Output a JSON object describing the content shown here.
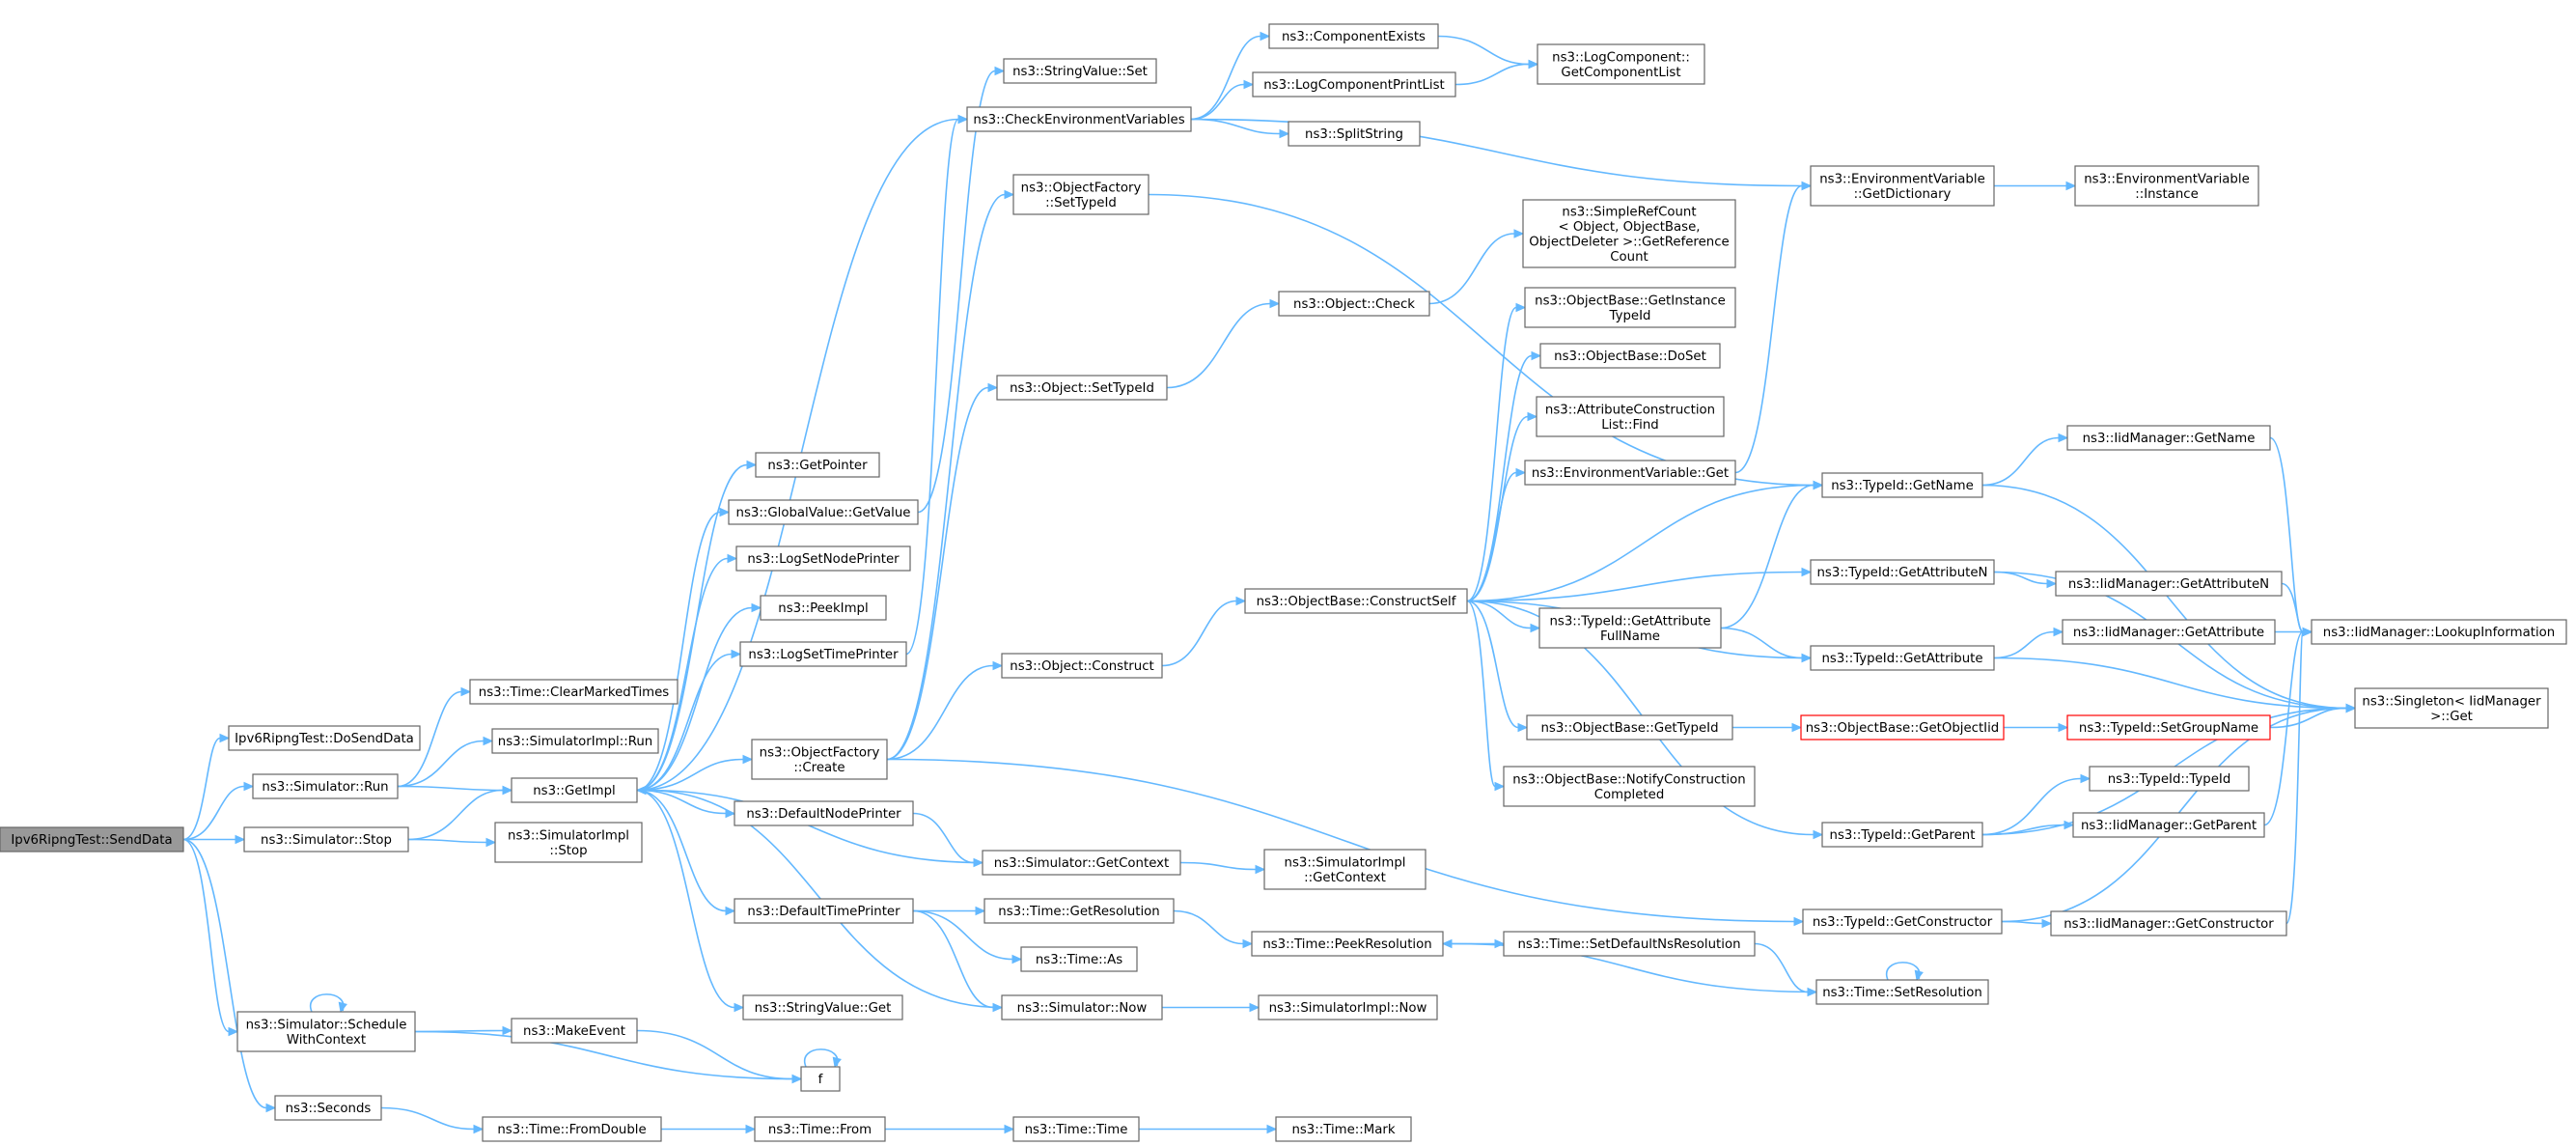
{
  "diagram": {
    "colors": {
      "edge": "#63b8ff",
      "node_border": "#666666",
      "root_fill": "#999999",
      "highlight_border": "#ff0000"
    },
    "nodes": [
      {
        "id": "root",
        "lines": [
          "Ipv6RipngTest::SendData"
        ],
        "style": "root"
      },
      {
        "id": "dosend",
        "lines": [
          "Ipv6RipngTest::DoSendData"
        ]
      },
      {
        "id": "simrun",
        "lines": [
          "ns3::Simulator::Run"
        ]
      },
      {
        "id": "simstop",
        "lines": [
          "ns3::Simulator::Stop"
        ]
      },
      {
        "id": "schedctx",
        "lines": [
          "ns3::Simulator::Schedule",
          "WithContext"
        ]
      },
      {
        "id": "seconds",
        "lines": [
          "ns3::Seconds"
        ]
      },
      {
        "id": "clearmarked",
        "lines": [
          "ns3::Time::ClearMarkedTimes"
        ]
      },
      {
        "id": "simimplrun",
        "lines": [
          "ns3::SimulatorImpl::Run"
        ]
      },
      {
        "id": "getimpl",
        "lines": [
          "ns3::GetImpl"
        ]
      },
      {
        "id": "simimplstop",
        "lines": [
          "ns3::SimulatorImpl",
          "::Stop"
        ]
      },
      {
        "id": "makeevent",
        "lines": [
          "ns3::MakeEvent"
        ]
      },
      {
        "id": "f",
        "lines": [
          "f"
        ]
      },
      {
        "id": "fromdouble",
        "lines": [
          "ns3::Time::FromDouble"
        ]
      },
      {
        "id": "timefrom",
        "lines": [
          "ns3::Time::From"
        ]
      },
      {
        "id": "timetime",
        "lines": [
          "ns3::Time::Time"
        ]
      },
      {
        "id": "timemark",
        "lines": [
          "ns3::Time::Mark"
        ]
      },
      {
        "id": "getpointer",
        "lines": [
          "ns3::GetPointer"
        ]
      },
      {
        "id": "gvgetvalue",
        "lines": [
          "ns3::GlobalValue::GetValue"
        ]
      },
      {
        "id": "logsetnode",
        "lines": [
          "ns3::LogSetNodePrinter"
        ]
      },
      {
        "id": "peekimpl",
        "lines": [
          "ns3::PeekImpl"
        ]
      },
      {
        "id": "logsettime",
        "lines": [
          "ns3::LogSetTimePrinter"
        ]
      },
      {
        "id": "ofcreate",
        "lines": [
          "ns3::ObjectFactory",
          "::Create"
        ]
      },
      {
        "id": "defnodeprinter",
        "lines": [
          "ns3::DefaultNodePrinter"
        ]
      },
      {
        "id": "deftimeprinter",
        "lines": [
          "ns3::DefaultTimePrinter"
        ]
      },
      {
        "id": "svget",
        "lines": [
          "ns3::StringValue::Get"
        ]
      },
      {
        "id": "svset",
        "lines": [
          "ns3::StringValue::Set"
        ]
      },
      {
        "id": "checkenv",
        "lines": [
          "ns3::CheckEnvironmentVariables"
        ]
      },
      {
        "id": "ofsettypeid",
        "lines": [
          "ns3::ObjectFactory",
          "::SetTypeId"
        ]
      },
      {
        "id": "objsettypeid",
        "lines": [
          "ns3::Object::SetTypeId"
        ]
      },
      {
        "id": "objconstruct",
        "lines": [
          "ns3::Object::Construct"
        ]
      },
      {
        "id": "simgetctx",
        "lines": [
          "ns3::Simulator::GetContext"
        ]
      },
      {
        "id": "timegetres",
        "lines": [
          "ns3::Time::GetResolution"
        ]
      },
      {
        "id": "timeas",
        "lines": [
          "ns3::Time::As"
        ]
      },
      {
        "id": "simnow",
        "lines": [
          "ns3::Simulator::Now"
        ]
      },
      {
        "id": "compexists",
        "lines": [
          "ns3::ComponentExists"
        ]
      },
      {
        "id": "logcompprint",
        "lines": [
          "ns3::LogComponentPrintList"
        ]
      },
      {
        "id": "splitstring",
        "lines": [
          "ns3::SplitString"
        ]
      },
      {
        "id": "objcheck",
        "lines": [
          "ns3::Object::Check"
        ]
      },
      {
        "id": "constructself",
        "lines": [
          "ns3::ObjectBase::ConstructSelf"
        ]
      },
      {
        "id": "simimplgetctx",
        "lines": [
          "ns3::SimulatorImpl",
          "::GetContext"
        ]
      },
      {
        "id": "peekres",
        "lines": [
          "ns3::Time::PeekResolution"
        ]
      },
      {
        "id": "simimplnow",
        "lines": [
          "ns3::SimulatorImpl::Now"
        ]
      },
      {
        "id": "logcompget",
        "lines": [
          "ns3::LogComponent::",
          "GetComponentList"
        ]
      },
      {
        "id": "simplerefcount",
        "lines": [
          "ns3::SimpleRefCount",
          "< Object, ObjectBase,",
          "ObjectDeleter >::GetReference",
          "Count"
        ]
      },
      {
        "id": "obgetinst",
        "lines": [
          "ns3::ObjectBase::GetInstance",
          "TypeId"
        ]
      },
      {
        "id": "obdoset",
        "lines": [
          "ns3::ObjectBase::DoSet"
        ]
      },
      {
        "id": "acfind",
        "lines": [
          "ns3::AttributeConstruction",
          "List::Find"
        ]
      },
      {
        "id": "envget",
        "lines": [
          "ns3::EnvironmentVariable::Get"
        ]
      },
      {
        "id": "tidgetattrfull",
        "lines": [
          "ns3::TypeId::GetAttribute",
          "FullName"
        ]
      },
      {
        "id": "obgettypeid",
        "lines": [
          "ns3::ObjectBase::GetTypeId"
        ]
      },
      {
        "id": "obnotify",
        "lines": [
          "ns3::ObjectBase::NotifyConstruction",
          "Completed"
        ]
      },
      {
        "id": "setdefaultns",
        "lines": [
          "ns3::Time::SetDefaultNsResolution"
        ]
      },
      {
        "id": "envgetdict",
        "lines": [
          "ns3::EnvironmentVariable",
          "::GetDictionary"
        ]
      },
      {
        "id": "tidgetname",
        "lines": [
          "ns3::TypeId::GetName"
        ]
      },
      {
        "id": "tidgetattrn",
        "lines": [
          "ns3::TypeId::GetAttributeN"
        ]
      },
      {
        "id": "tidgetattr",
        "lines": [
          "ns3::TypeId::GetAttribute"
        ]
      },
      {
        "id": "obgetobjtid",
        "lines": [
          "ns3::ObjectBase::GetObjectIid"
        ],
        "style": "red"
      },
      {
        "id": "tidgetparent",
        "lines": [
          "ns3::TypeId::GetParent"
        ]
      },
      {
        "id": "tidgetctor",
        "lines": [
          "ns3::TypeId::GetConstructor"
        ]
      },
      {
        "id": "timesetres",
        "lines": [
          "ns3::Time::SetResolution"
        ]
      },
      {
        "id": "envinstance",
        "lines": [
          "ns3::EnvironmentVariable",
          "::Instance"
        ]
      },
      {
        "id": "iidgetname",
        "lines": [
          "ns3::IidManager::GetName"
        ]
      },
      {
        "id": "iidgetattrn",
        "lines": [
          "ns3::IidManager::GetAttributeN"
        ]
      },
      {
        "id": "iidgetattr",
        "lines": [
          "ns3::IidManager::GetAttribute"
        ]
      },
      {
        "id": "tidsetgroup",
        "lines": [
          "ns3::TypeId::SetGroupName"
        ],
        "style": "red"
      },
      {
        "id": "tidtypeid",
        "lines": [
          "ns3::TypeId::TypeId"
        ]
      },
      {
        "id": "iidgetparent",
        "lines": [
          "ns3::IidManager::GetParent"
        ]
      },
      {
        "id": "iidgetctor",
        "lines": [
          "ns3::IidManager::GetConstructor"
        ]
      },
      {
        "id": "iidlookup",
        "lines": [
          "ns3::IidManager::LookupInformation"
        ]
      },
      {
        "id": "singleton",
        "lines": [
          "ns3::Singleton< IidManager",
          ">::Get"
        ]
      }
    ],
    "edges": [
      [
        "root",
        "dosend"
      ],
      [
        "root",
        "simrun"
      ],
      [
        "root",
        "simstop"
      ],
      [
        "root",
        "schedctx"
      ],
      [
        "root",
        "seconds"
      ],
      [
        "simrun",
        "clearmarked"
      ],
      [
        "simrun",
        "simimplrun"
      ],
      [
        "simrun",
        "getimpl"
      ],
      [
        "simstop",
        "getimpl"
      ],
      [
        "simstop",
        "simimplstop"
      ],
      [
        "schedctx",
        "schedctx"
      ],
      [
        "schedctx",
        "makeevent"
      ],
      [
        "schedctx",
        "f"
      ],
      [
        "makeevent",
        "f"
      ],
      [
        "f",
        "f"
      ],
      [
        "seconds",
        "fromdouble"
      ],
      [
        "fromdouble",
        "timefrom"
      ],
      [
        "timefrom",
        "timetime"
      ],
      [
        "timetime",
        "timemark"
      ],
      [
        "getimpl",
        "getpointer"
      ],
      [
        "getimpl",
        "gvgetvalue"
      ],
      [
        "getimpl",
        "logsetnode"
      ],
      [
        "getimpl",
        "peekimpl"
      ],
      [
        "getimpl",
        "logsettime"
      ],
      [
        "getimpl",
        "ofcreate"
      ],
      [
        "getimpl",
        "defnodeprinter"
      ],
      [
        "getimpl",
        "deftimeprinter"
      ],
      [
        "getimpl",
        "svget"
      ],
      [
        "getimpl",
        "checkenv"
      ],
      [
        "gvgetvalue",
        "svset"
      ],
      [
        "logsettime",
        "checkenv"
      ],
      [
        "ofcreate",
        "ofsettypeid"
      ],
      [
        "ofcreate",
        "objsettypeid"
      ],
      [
        "ofcreate",
        "objconstruct"
      ],
      [
        "ofcreate",
        "tidgetctor"
      ],
      [
        "defnodeprinter",
        "simgetctx"
      ],
      [
        "simgetctx",
        "getimpl"
      ],
      [
        "simgetctx",
        "simimplgetctx"
      ],
      [
        "deftimeprinter",
        "timegetres"
      ],
      [
        "deftimeprinter",
        "timeas"
      ],
      [
        "deftimeprinter",
        "simnow"
      ],
      [
        "simnow",
        "getimpl"
      ],
      [
        "simnow",
        "simimplnow"
      ],
      [
        "checkenv",
        "compexists"
      ],
      [
        "checkenv",
        "logcompprint"
      ],
      [
        "checkenv",
        "splitstring"
      ],
      [
        "checkenv",
        "envgetdict"
      ],
      [
        "compexists",
        "logcompget"
      ],
      [
        "logcompprint",
        "logcompget"
      ],
      [
        "ofsettypeid",
        "tidgetname"
      ],
      [
        "objsettypeid",
        "objcheck"
      ],
      [
        "objcheck",
        "simplerefcount"
      ],
      [
        "objconstruct",
        "constructself"
      ],
      [
        "constructself",
        "obgetinst"
      ],
      [
        "constructself",
        "obdoset"
      ],
      [
        "constructself",
        "acfind"
      ],
      [
        "constructself",
        "envget"
      ],
      [
        "constructself",
        "tidgetname"
      ],
      [
        "constructself",
        "tidgetattrn"
      ],
      [
        "constructself",
        "tidgetattrfull"
      ],
      [
        "constructself",
        "tidgetattr"
      ],
      [
        "constructself",
        "obgettypeid"
      ],
      [
        "constructself",
        "obnotify"
      ],
      [
        "constructself",
        "tidgetparent"
      ],
      [
        "envget",
        "envgetdict"
      ],
      [
        "envgetdict",
        "envinstance"
      ],
      [
        "tidgetattrfull",
        "tidgetname"
      ],
      [
        "tidgetattrfull",
        "tidgetattr"
      ],
      [
        "timegetres",
        "peekres"
      ],
      [
        "peekres",
        "setdefaultns"
      ],
      [
        "setdefaultns",
        "timesetres"
      ],
      [
        "timesetres",
        "peekres"
      ],
      [
        "timesetres",
        "timesetres"
      ],
      [
        "tidgetname",
        "iidgetname"
      ],
      [
        "tidgetname",
        "singleton"
      ],
      [
        "tidgetattrn",
        "iidgetattrn"
      ],
      [
        "tidgetattrn",
        "singleton"
      ],
      [
        "tidgetattr",
        "iidgetattr"
      ],
      [
        "tidgetattr",
        "singleton"
      ],
      [
        "obgettypeid",
        "obgetobjtid"
      ],
      [
        "obgetobjtid",
        "tidsetgroup"
      ],
      [
        "tidsetgroup",
        "singleton"
      ],
      [
        "tidgetparent",
        "tidtypeid"
      ],
      [
        "tidgetparent",
        "iidgetparent"
      ],
      [
        "tidgetparent",
        "singleton"
      ],
      [
        "tidgetctor",
        "iidgetctor"
      ],
      [
        "tidgetctor",
        "singleton"
      ],
      [
        "iidgetname",
        "iidlookup"
      ],
      [
        "iidgetattrn",
        "iidlookup"
      ],
      [
        "iidgetattr",
        "iidlookup"
      ],
      [
        "iidgetparent",
        "iidlookup"
      ],
      [
        "iidgetctor",
        "iidlookup"
      ]
    ]
  }
}
